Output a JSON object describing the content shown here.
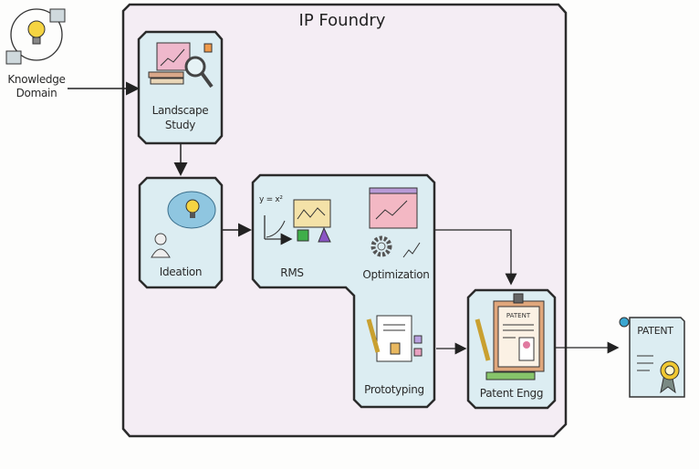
{
  "title": "IP Foundry",
  "nodes": {
    "knowledge_domain": {
      "line1": "Knowledge",
      "line2": "Domain"
    },
    "landscape_study": {
      "line1": "Landscape",
      "line2": "Study"
    },
    "ideation": {
      "label": "Ideation"
    },
    "rms": {
      "label": "RMS",
      "equation": "y = x²"
    },
    "optimization": {
      "label": "Optimization"
    },
    "prototyping": {
      "label": "Prototyping"
    },
    "patent_engg": {
      "label": "Patent Engg",
      "doc_text": "PATENT"
    },
    "patent": {
      "label": "PATENT"
    }
  },
  "colors": {
    "container_fill": "#f4edf4",
    "box_fill": "#dcedf2",
    "stroke": "#2b2b2b"
  }
}
